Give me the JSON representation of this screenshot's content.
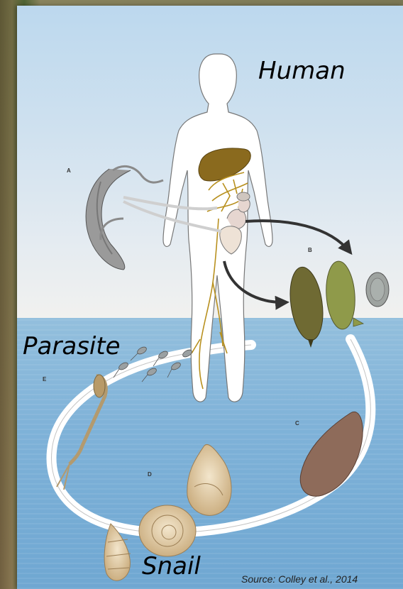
{
  "labels": {
    "human": "Human",
    "parasite": "Parasite",
    "snail": "Snail"
  },
  "stage_letters": {
    "a": "A",
    "b": "B",
    "c": "C",
    "d": "D",
    "e": "E"
  },
  "source": "Source: Colley et al., 2014",
  "colors": {
    "sky_top": "#bcd8ee",
    "water": "#7fb2d8",
    "liver": "#8a6a1e",
    "vessels": "#b8901e",
    "egg_dark": "#6f6a33",
    "egg_green": "#8f9a4a",
    "egg_grey": "#9ea3a0",
    "sporocyst": "#8e6b5a",
    "worm": "#9a9a9a"
  },
  "icons": [
    "human-silhouette",
    "adult-worm-pair",
    "egg",
    "miracidium",
    "sporocyst",
    "snail-shell",
    "cercaria"
  ]
}
